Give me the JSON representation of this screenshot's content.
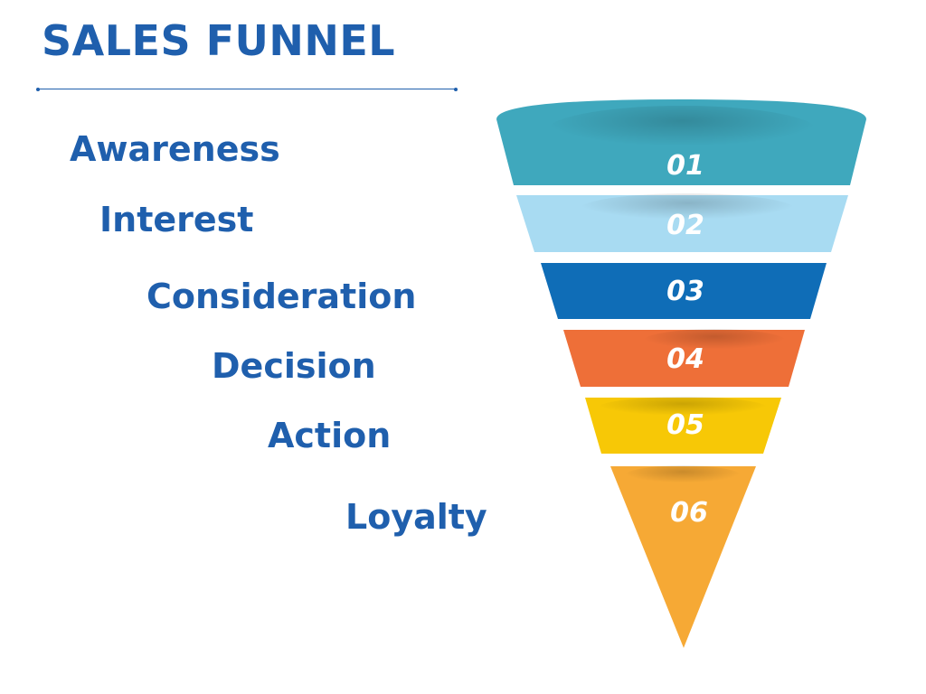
{
  "title": "SALES FUNNEL",
  "stages": [
    {
      "label": "Awareness",
      "number": "01",
      "color": "#3fa8bd"
    },
    {
      "label": "Interest",
      "number": "02",
      "color": "#a8dbf2"
    },
    {
      "label": "Consideration",
      "number": "03",
      "color": "#0f6db7"
    },
    {
      "label": "Decision",
      "number": "04",
      "color": "#ee6f38"
    },
    {
      "label": "Action",
      "number": "05",
      "color": "#f7c806"
    },
    {
      "label": "Loyalty",
      "number": "06",
      "color": "#f6a935"
    }
  ],
  "colors": {
    "heading": "#1f5fad"
  }
}
